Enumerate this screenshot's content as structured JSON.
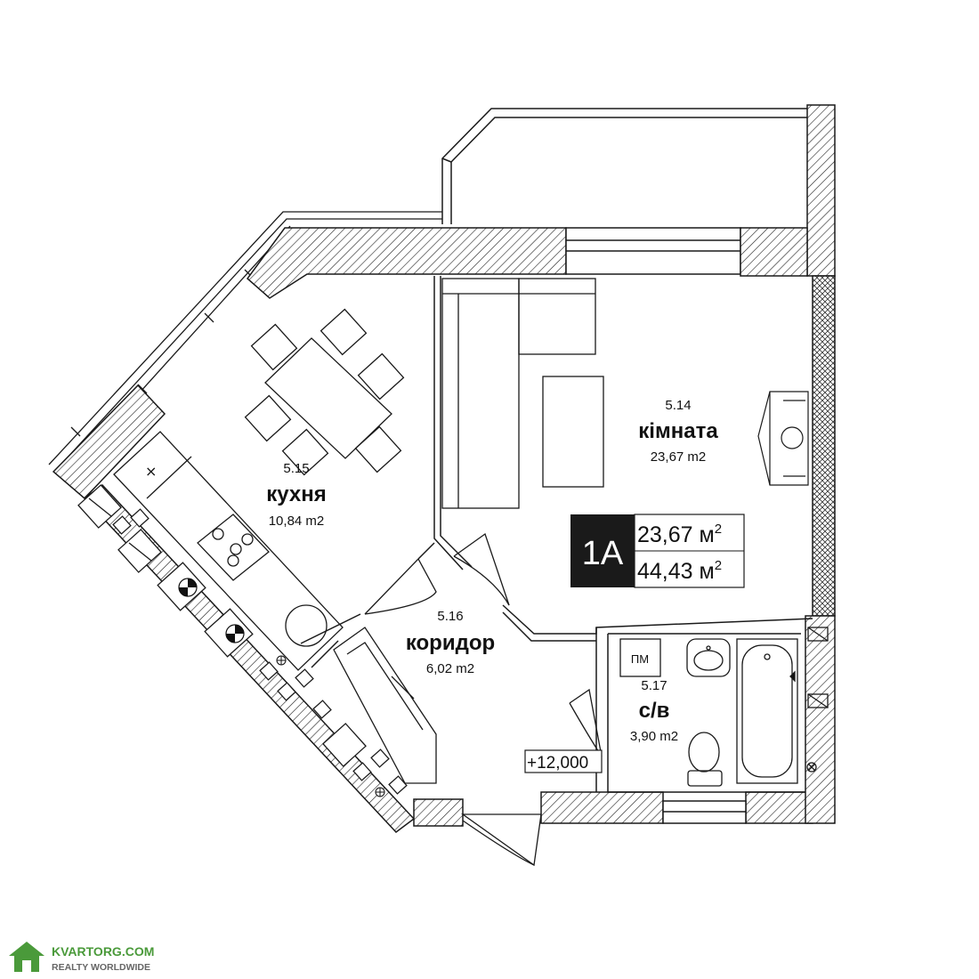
{
  "rooms": [
    {
      "number": "5.14",
      "name": "кімната",
      "area": "23,67 m2"
    },
    {
      "number": "5.15",
      "name": "кухня",
      "area": "10,84 m2"
    },
    {
      "number": "5.16",
      "name": "коридор",
      "area": "6,02 m2"
    },
    {
      "number": "5.17",
      "name": "с/в",
      "area": "3,90 m2"
    }
  ],
  "apartment": {
    "type": "1А",
    "living_area": "23,67 м",
    "total_area": "44,43 м",
    "unit_sup": "2"
  },
  "level_mark": "+12,000",
  "bathroom_label": "ПМ",
  "watermark": {
    "site": "KVARTORG.COM",
    "tagline": "REALTY WORLDWIDE"
  },
  "colors": {
    "line": "#1a1a1a",
    "badge_bg": "#1a1a1a",
    "badge_text": "#ffffff",
    "watermark_green": "#4a9a3a"
  }
}
